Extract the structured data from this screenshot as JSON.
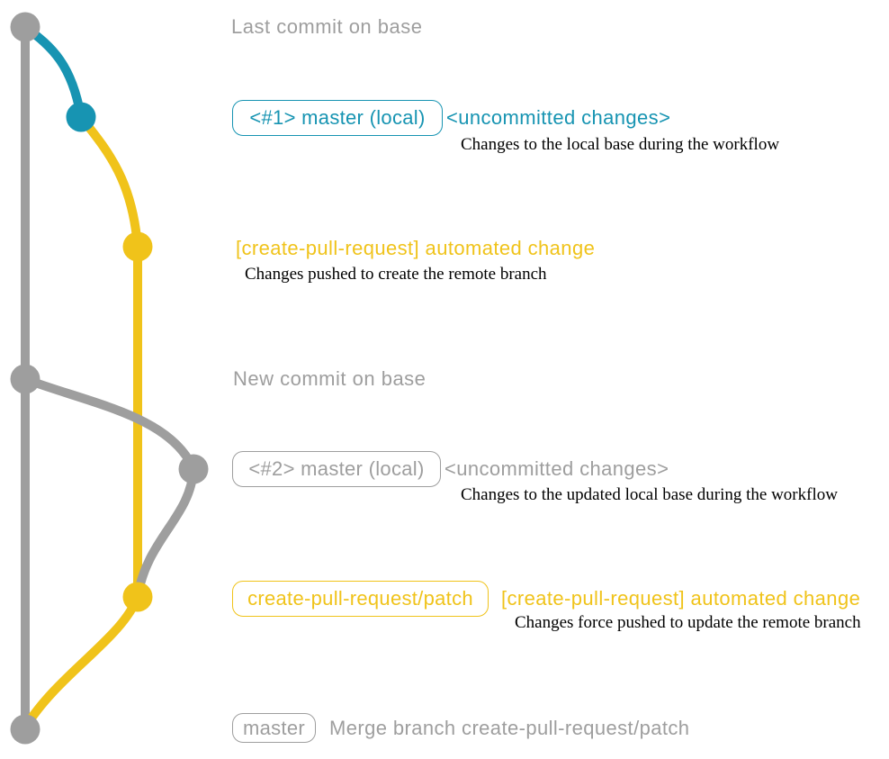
{
  "colors": {
    "base_gray": "#9e9e9e",
    "local_teal": "#1794b2",
    "pr_yellow": "#f0c31a",
    "caption_black": "#000000",
    "background": "#ffffff"
  },
  "notes": {
    "last_commit": "Last commit on base",
    "new_commit": "New commit on base"
  },
  "rows": {
    "master_local_1": {
      "pill": "<#1> master (local)",
      "heading": "<uncommitted changes>",
      "caption": "Changes to the local base during the workflow"
    },
    "cpr_commit_1": {
      "heading": "[create-pull-request] automated change",
      "caption": "Changes pushed to create the remote branch"
    },
    "master_local_2": {
      "pill": "<#2> master (local)",
      "heading": "<uncommitted changes>",
      "caption": "Changes to the updated local base during the workflow"
    },
    "cpr_patch": {
      "pill": "create-pull-request/patch",
      "heading": "[create-pull-request] automated change",
      "caption": "Changes force pushed to update the remote branch"
    },
    "merge": {
      "pill": "master",
      "label": "Merge branch create-pull-request/patch"
    }
  },
  "graph": {
    "commit_dots": [
      {
        "name": "last-commit-on-base",
        "color": "#9e9e9e"
      },
      {
        "name": "uncommitted-changes-1",
        "color": "#1794b2"
      },
      {
        "name": "automated-change-1",
        "color": "#f0c31a"
      },
      {
        "name": "new-commit-on-base",
        "color": "#9e9e9e"
      },
      {
        "name": "uncommitted-changes-2",
        "color": "#9e9e9e"
      },
      {
        "name": "automated-change-2",
        "color": "#f0c31a"
      },
      {
        "name": "merge-commit",
        "color": "#9e9e9e"
      }
    ]
  }
}
